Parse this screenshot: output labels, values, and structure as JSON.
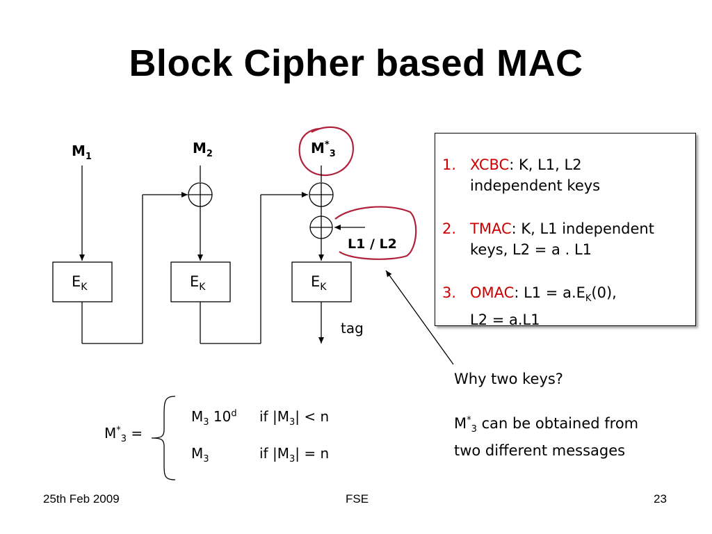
{
  "slide": {
    "title": "Block Cipher based MAC",
    "footer_left": "25th Feb 2009",
    "footer_center": "FSE",
    "footer_right": "23"
  },
  "diagram": {
    "inputs": [
      {
        "base": "M",
        "sub": "1",
        "sup": ""
      },
      {
        "base": "M",
        "sub": "2",
        "sup": ""
      },
      {
        "base": "M",
        "sub": "3",
        "sup": "*"
      }
    ],
    "block_label": {
      "base": "E",
      "sub": "K"
    },
    "key_label": "L1 / L2",
    "output_label": "tag"
  },
  "keys_box": {
    "items": [
      {
        "num": "1.",
        "name": "XCBC",
        "line1": ":  K, L1, L2",
        "line2": "independent keys"
      },
      {
        "num": "2.",
        "name": "TMAC",
        "line1": ": K, L1 independent",
        "line2": "keys, L2 = a . L1"
      },
      {
        "num": "3.",
        "name": "OMAC",
        "line1_a": ": L1 = a.E",
        "line1_sub": "K",
        "line1_b": "(0),",
        "line2": "L2 = a.L1"
      }
    ]
  },
  "annotation": {
    "question": "Why two keys?",
    "note_a": "M",
    "note_sup": "*",
    "note_sub": "3",
    "note_b": " can be obtained from",
    "note_line2": "two different messages"
  },
  "formula": {
    "lhs_base": "M",
    "lhs_sup": "*",
    "lhs_sub": "3",
    "lhs_eq": " =",
    "case1_a": "M",
    "case1_sub": "3",
    "case1_b": " 10",
    "case1_sup": "d",
    "case1_cond_a": "if  |M",
    "case1_cond_sub": "3",
    "case1_cond_b": "| < n",
    "case2_a": "M",
    "case2_sub": "3",
    "case2_cond_a": "if  |M",
    "case2_cond_sub": "3",
    "case2_cond_b": "| = n"
  },
  "colors": {
    "accent_red": "#cc0000",
    "annotation_ink": "#b0203a",
    "line": "#000000"
  }
}
